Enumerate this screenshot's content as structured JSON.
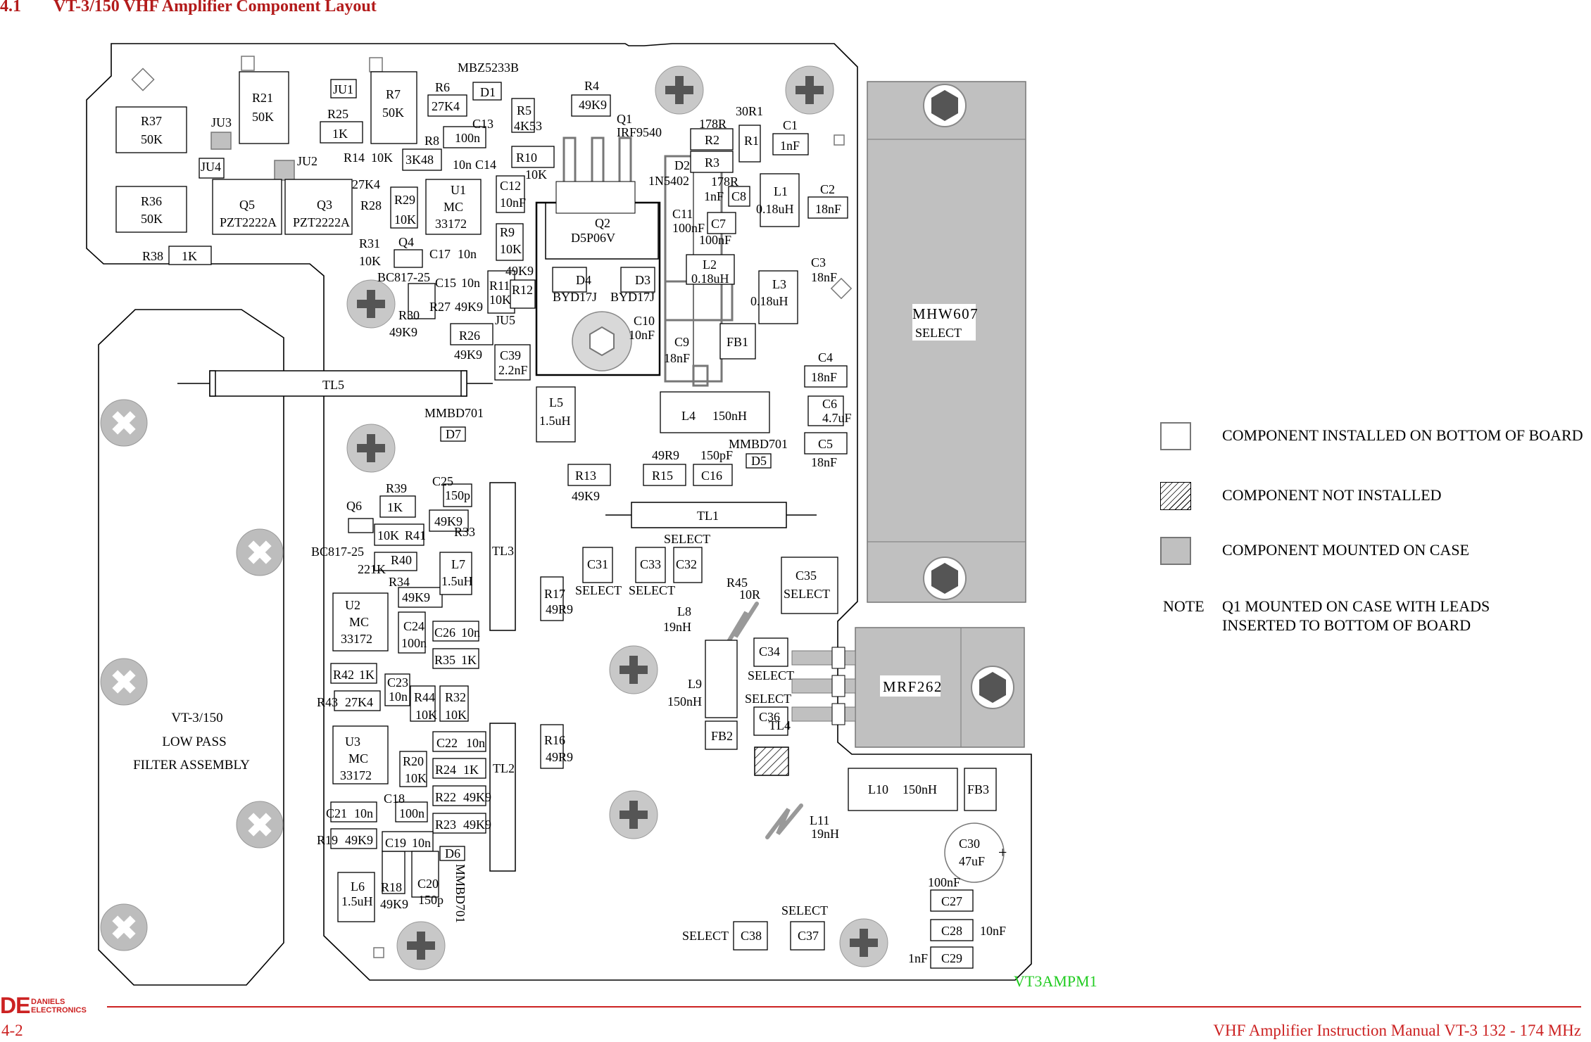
{
  "header": {
    "section": "4.1",
    "title": "VT-3/150 VHF Amplifier Component Layout"
  },
  "footer": {
    "logo_mark": "DE",
    "logo_line1": "DANIELS",
    "logo_line2": "ELECTRONICS",
    "page": "4-2",
    "manual": "VHF Amplifier Instruction Manual VT-3 132 - 174 MHz"
  },
  "legend": [
    {
      "style": "outline",
      "text": "COMPONENT INSTALLED ON BOTTOM OF BOARD"
    },
    {
      "style": "hatched",
      "text": "COMPONENT NOT INSTALLED"
    },
    {
      "style": "grey",
      "text": "COMPONENT MOUNTED ON CASE"
    }
  ],
  "note": {
    "label": "NOTE",
    "line1": "Q1 MOUNTED ON CASE WITH LEADS",
    "line2": "INSERTED TO BOTTOM OF BOARD"
  },
  "drawing_id": "VT3AMPM1",
  "colors": {
    "title_red": "#b31b1b",
    "footer_red": "#cc2222",
    "case_grey": "#c0c0c0",
    "drawing_id_green": "#22cc22"
  },
  "filter_assembly": [
    "VT-3/150",
    "LOW PASS",
    "FILTER ASSEMBLY"
  ],
  "components": [
    {
      "ref": "R37",
      "value": "50K"
    },
    {
      "ref": "R36",
      "value": "50K"
    },
    {
      "ref": "R38",
      "value": "1K"
    },
    {
      "ref": "R21",
      "value": "50K"
    },
    {
      "ref": "R25",
      "value": "1K"
    },
    {
      "ref": "R7",
      "value": "50K"
    },
    {
      "ref": "R6",
      "value": "27K4"
    },
    {
      "ref": "R5",
      "value": "4K53"
    },
    {
      "ref": "R4",
      "value": "49K9"
    },
    {
      "ref": "R8",
      "value": "3K48"
    },
    {
      "ref": "R14",
      "value": "10K"
    },
    {
      "ref": "R28",
      "value": "27K4"
    },
    {
      "ref": "R29",
      "value": "10K"
    },
    {
      "ref": "R31",
      "value": "10K"
    },
    {
      "ref": "R30",
      "value": "49K9"
    },
    {
      "ref": "R27",
      "value": "49K9"
    },
    {
      "ref": "R26",
      "value": "49K9"
    },
    {
      "ref": "R10",
      "value": "10K"
    },
    {
      "ref": "R9",
      "value": "10K"
    },
    {
      "ref": "R11",
      "value": "10K"
    },
    {
      "ref": "R12",
      "value": "49K9"
    },
    {
      "ref": "R2",
      "value": "178R"
    },
    {
      "ref": "R3",
      "value": "178R"
    },
    {
      "ref": "R1",
      "value": "30R1"
    },
    {
      "ref": "R13",
      "value": "49K9"
    },
    {
      "ref": "R15",
      "value": "49R9"
    },
    {
      "ref": "R17",
      "value": "49R9"
    },
    {
      "ref": "R16",
      "value": "49R9"
    },
    {
      "ref": "R39",
      "value": "1K"
    },
    {
      "ref": "R33",
      "value": "49K9"
    },
    {
      "ref": "R41",
      "value": "10K"
    },
    {
      "ref": "R40",
      "value": "221K"
    },
    {
      "ref": "R34",
      "value": "49K9"
    },
    {
      "ref": "R35",
      "value": "1K"
    },
    {
      "ref": "R42",
      "value": "1K"
    },
    {
      "ref": "R43",
      "value": "27K4"
    },
    {
      "ref": "R44",
      "value": "10K"
    },
    {
      "ref": "R32",
      "value": "10K"
    },
    {
      "ref": "R20",
      "value": "10K"
    },
    {
      "ref": "R24",
      "value": "1K"
    },
    {
      "ref": "R22",
      "value": "49K9"
    },
    {
      "ref": "R23",
      "value": "49K9"
    },
    {
      "ref": "R19",
      "value": "49K9"
    },
    {
      "ref": "R18",
      "value": "49K9"
    },
    {
      "ref": "R45",
      "value": "10R"
    },
    {
      "ref": "C13",
      "value": "100n"
    },
    {
      "ref": "C14",
      "value": "10n"
    },
    {
      "ref": "C12",
      "value": "10nF"
    },
    {
      "ref": "C17",
      "value": "10n"
    },
    {
      "ref": "C15",
      "value": "10n"
    },
    {
      "ref": "C39",
      "value": "2.2nF"
    },
    {
      "ref": "C11",
      "value": "100nF"
    },
    {
      "ref": "C7",
      "value": "100nF"
    },
    {
      "ref": "C8",
      "value": "1nF"
    },
    {
      "ref": "C1",
      "value": "1nF"
    },
    {
      "ref": "C2",
      "value": "18nF"
    },
    {
      "ref": "C3",
      "value": "18nF"
    },
    {
      "ref": "C4",
      "value": "18nF"
    },
    {
      "ref": "C6",
      "value": "4.7uF"
    },
    {
      "ref": "C5",
      "value": "18nF"
    },
    {
      "ref": "C10",
      "value": "10nF"
    },
    {
      "ref": "C9",
      "value": "18nF"
    },
    {
      "ref": "C16",
      "value": "150pF"
    },
    {
      "ref": "C25",
      "value": "150p"
    },
    {
      "ref": "C24",
      "value": "100n"
    },
    {
      "ref": "C26",
      "value": "10n"
    },
    {
      "ref": "C23",
      "value": "10n"
    },
    {
      "ref": "C22",
      "value": "10n"
    },
    {
      "ref": "C18",
      "value": "100n"
    },
    {
      "ref": "C21",
      "value": "10n"
    },
    {
      "ref": "C19",
      "value": "10n"
    },
    {
      "ref": "C20",
      "value": "150p"
    },
    {
      "ref": "C30",
      "value": "47uF"
    },
    {
      "ref": "C27",
      "value": "100nF"
    },
    {
      "ref": "C28",
      "value": "10nF"
    },
    {
      "ref": "C29",
      "value": "1nF"
    },
    {
      "ref": "C31",
      "value": "SELECT"
    },
    {
      "ref": "C33",
      "value": "SELECT"
    },
    {
      "ref": "C32",
      "value": ""
    },
    {
      "ref": "C35",
      "value": "SELECT"
    },
    {
      "ref": "C34",
      "value": "SELECT"
    },
    {
      "ref": "C36",
      "value": "SELECT"
    },
    {
      "ref": "C37",
      "value": "SELECT"
    },
    {
      "ref": "C38",
      "value": "SELECT"
    },
    {
      "ref": "L1",
      "value": "0.18uH"
    },
    {
      "ref": "L2",
      "value": "0.18uH"
    },
    {
      "ref": "L3",
      "value": "0.18uH"
    },
    {
      "ref": "L4",
      "value": "150nH"
    },
    {
      "ref": "L5",
      "value": "1.5uH"
    },
    {
      "ref": "L6",
      "value": "1.5uH"
    },
    {
      "ref": "L7",
      "value": "1.5uH"
    },
    {
      "ref": "L8",
      "value": "19nH"
    },
    {
      "ref": "L9",
      "value": "150nH"
    },
    {
      "ref": "L10",
      "value": "150nH"
    },
    {
      "ref": "L11",
      "value": "19nH"
    },
    {
      "ref": "Q1",
      "value": "IRF9540"
    },
    {
      "ref": "Q2",
      "value": "D5P06V"
    },
    {
      "ref": "Q3",
      "value": "PZT2222A"
    },
    {
      "ref": "Q4",
      "value": "BC817-25"
    },
    {
      "ref": "Q5",
      "value": "PZT2222A"
    },
    {
      "ref": "Q6",
      "value": "BC817-25"
    },
    {
      "ref": "U1",
      "value": "MC 33172"
    },
    {
      "ref": "U2",
      "value": "MC 33172"
    },
    {
      "ref": "U3",
      "value": "MC 33172"
    },
    {
      "ref": "D1",
      "value": "MBZ5233B"
    },
    {
      "ref": "D2",
      "value": "1N5402"
    },
    {
      "ref": "D3",
      "value": "BYD17J"
    },
    {
      "ref": "D4",
      "value": "BYD17J"
    },
    {
      "ref": "D5",
      "value": "MMBD701"
    },
    {
      "ref": "D6",
      "value": "MMBD701"
    },
    {
      "ref": "D7",
      "value": "MMBD701"
    },
    {
      "ref": "MHW607",
      "value": "SELECT"
    },
    {
      "ref": "MRF262",
      "value": ""
    },
    {
      "ref": "TL1",
      "value": "SELECT"
    },
    {
      "ref": "TL2",
      "value": ""
    },
    {
      "ref": "TL3",
      "value": ""
    },
    {
      "ref": "TL4",
      "value": ""
    },
    {
      "ref": "TL5",
      "value": ""
    },
    {
      "ref": "FB1",
      "value": ""
    },
    {
      "ref": "FB2",
      "value": ""
    },
    {
      "ref": "FB3",
      "value": ""
    },
    {
      "ref": "JU1",
      "value": ""
    },
    {
      "ref": "JU2",
      "value": ""
    },
    {
      "ref": "JU3",
      "value": ""
    },
    {
      "ref": "JU4",
      "value": ""
    },
    {
      "ref": "JU5",
      "value": ""
    }
  ]
}
